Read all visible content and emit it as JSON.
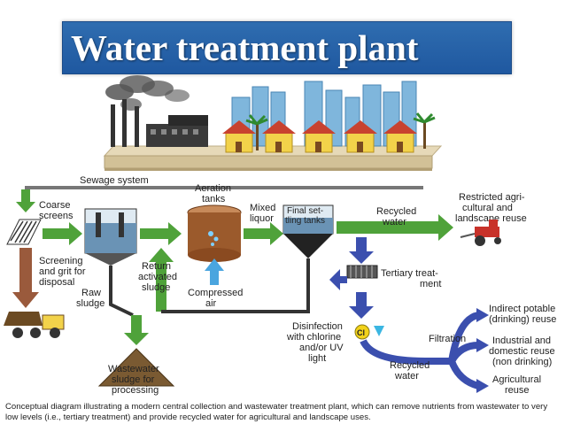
{
  "title": "Water treatment plant",
  "labels": {
    "sewage_system": "Sewage system",
    "coarse_screens": [
      "Coarse",
      "screens"
    ],
    "aeration_tanks": [
      "Aeration",
      "tanks"
    ],
    "mixed_liquor": [
      "Mixed",
      "liquor"
    ],
    "final_settling": [
      "Final set-",
      "tling tanks"
    ],
    "recycled_water_top": [
      "Recycled",
      "water"
    ],
    "restricted_reuse": [
      "Restricted agri-",
      "cultural and",
      "landscape reuse"
    ],
    "screening": [
      "Screening",
      "and grit for",
      "disposal"
    ],
    "raw_sludge": [
      "Raw",
      "sludge"
    ],
    "return_sludge": [
      "Return",
      "activated",
      "sludge"
    ],
    "compressed_air": [
      "Compressed",
      "air"
    ],
    "tertiary": [
      "Tertiary treat-",
      "ment"
    ],
    "disinfection": [
      "Disinfection",
      "with chlorine",
      "and/or UV",
      "light"
    ],
    "filtration": "Filtration",
    "indirect_potable": [
      "Indirect potable",
      "(drinking) reuse"
    ],
    "industrial": [
      "Industrial and",
      "domestic reuse",
      "(non drinking)"
    ],
    "agricultural": [
      "Agricultural",
      "reuse"
    ],
    "recycled_water_bottom": [
      "Recycled",
      "water"
    ],
    "wastewater_sludge": [
      "Wastewater",
      "sludge for",
      "processing"
    ],
    "cl_badge": "Cl"
  },
  "caption": "Conceptual diagram illustrating a modern central collection and wastewater treatment plant, which can remove nutrients from wastewater to very low levels (i.e., tertiary treatment) and provide recycled water for agricultural and landscape uses.",
  "colors": {
    "title_bg": "#2a66ab",
    "green_arrow": "#4fa23a",
    "blue_arrow": "#3b4fae",
    "brown_arrow": "#9a5a3c",
    "ground": "#d9c9a4",
    "tank_brown": "#9b5a2c"
  }
}
